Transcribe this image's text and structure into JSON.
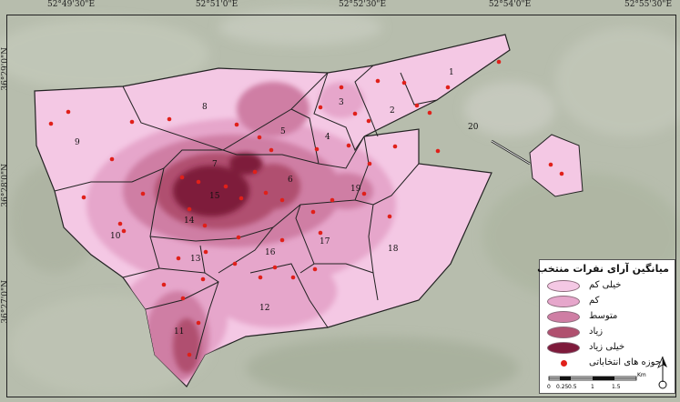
{
  "longitudes": [
    "52°49'30\"E",
    "52°51'0\"E",
    "52°52'30\"E",
    "52°54'0\"E",
    "52°55'30\"E"
  ],
  "latitudes": [
    "36°29'0\"N",
    "36°28'0\"N",
    "36°27'0\"N"
  ],
  "districts": [
    "1",
    "2",
    "3",
    "4",
    "5",
    "6",
    "7",
    "8",
    "9",
    "10",
    "11",
    "12",
    "13",
    "14",
    "15",
    "16",
    "17",
    "18",
    "19",
    "20"
  ],
  "legend": {
    "title": "میانگین آرای نفرات منتخب",
    "classes": [
      {
        "label": "خیلی کم",
        "color": "#f4c8e4"
      },
      {
        "label": "کم",
        "color": "#e6a6cb"
      },
      {
        "label": "متوسط",
        "color": "#cf7ea4"
      },
      {
        "label": "زیاد",
        "color": "#b0506f"
      },
      {
        "label": "خیلی زیاد",
        "color": "#7e1a3b"
      }
    ],
    "stations_label": "حوزه های انتخاباتی",
    "station_color": "#e0201a"
  },
  "scale": {
    "ticks": [
      "0",
      "0.25",
      "0.5",
      "1",
      "1.5"
    ],
    "unit": "Km"
  },
  "north_icon": "north-arrow-icon"
}
